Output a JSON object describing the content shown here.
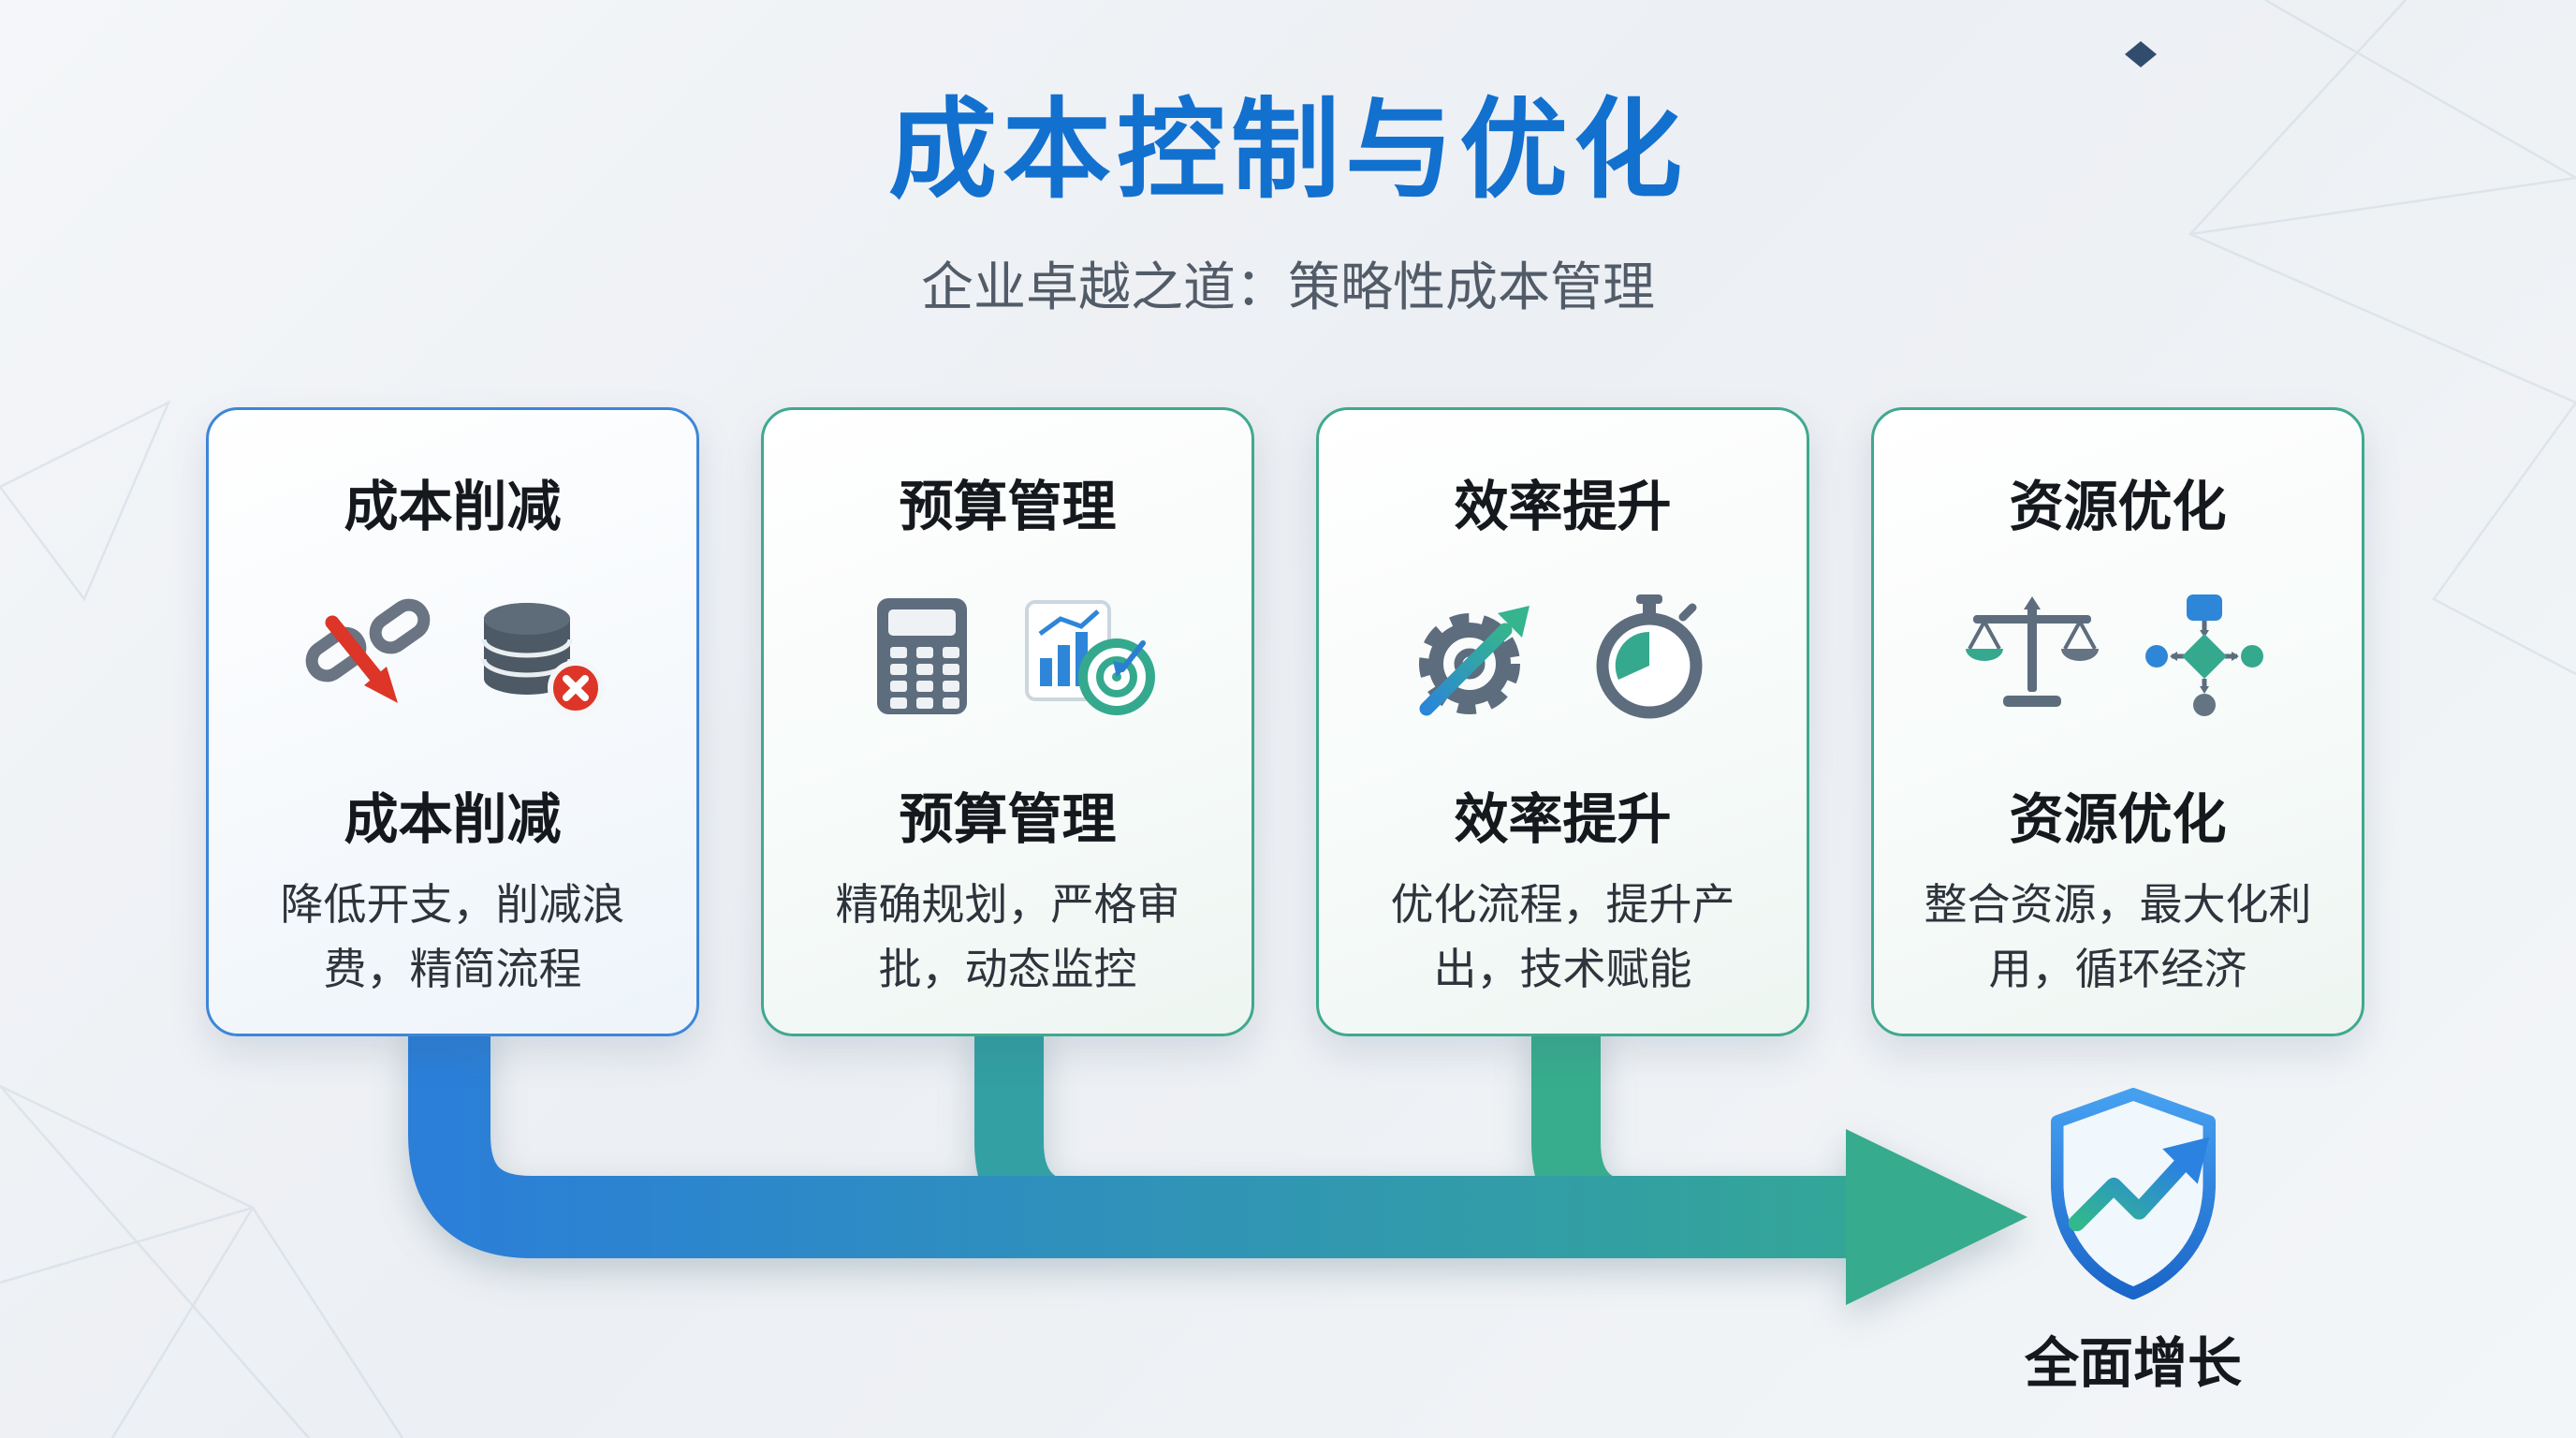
{
  "page": {
    "title": "成本控制与优化",
    "subtitle": "企业卓越之道：策略性成本管理"
  },
  "cards": [
    {
      "title": "成本削减",
      "heading": "成本削减",
      "description": "降低开支，削减浪费，精简流程",
      "icons": [
        "broken-chain-icon",
        "database-remove-icon"
      ]
    },
    {
      "title": "预算管理",
      "heading": "预算管理",
      "description": "精确规划，严格审批，动态监控",
      "icons": [
        "calculator-icon",
        "chart-target-icon"
      ]
    },
    {
      "title": "效率提升",
      "heading": "效率提升",
      "description": "优化流程，提升产出，技术赋能",
      "icons": [
        "gear-arrow-icon",
        "stopwatch-icon"
      ]
    },
    {
      "title": "资源优化",
      "heading": "资源优化",
      "description": "整合资源，最大化利用，循环经济",
      "icons": [
        "balance-scale-icon",
        "flowchart-icon"
      ]
    }
  ],
  "result": {
    "label": "全面增长",
    "icon": "shield-growth-icon"
  },
  "colors": {
    "title_blue": "#1270cf",
    "accent_blue": "#2b7fd8",
    "accent_teal": "#35ab90",
    "alert_red": "#dd3527"
  }
}
